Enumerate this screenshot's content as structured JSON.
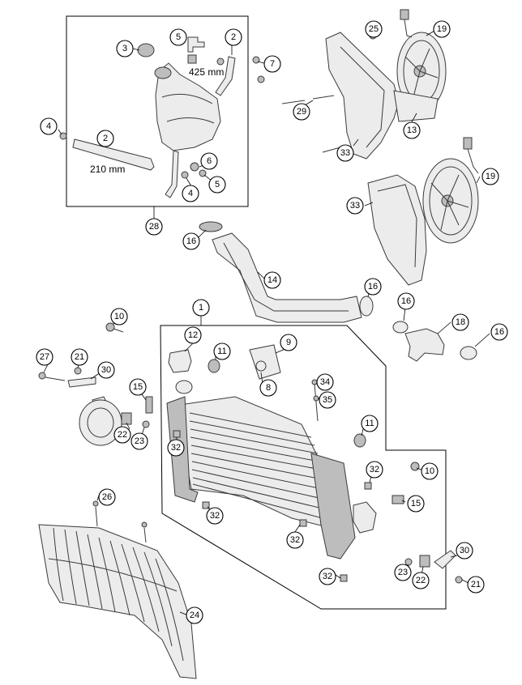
{
  "diagram": {
    "callouts": [
      "1",
      "2",
      "3",
      "4",
      "5",
      "6",
      "7",
      "8",
      "9",
      "10",
      "11",
      "12",
      "13",
      "14",
      "15",
      "16",
      "18",
      "19",
      "21",
      "22",
      "23",
      "24",
      "25",
      "26",
      "27",
      "28",
      "29",
      "30",
      "32",
      "33",
      "34",
      "35"
    ],
    "dimensions": {
      "hose_upper_length": "425 mm",
      "hose_lower_length": "210 mm"
    }
  }
}
